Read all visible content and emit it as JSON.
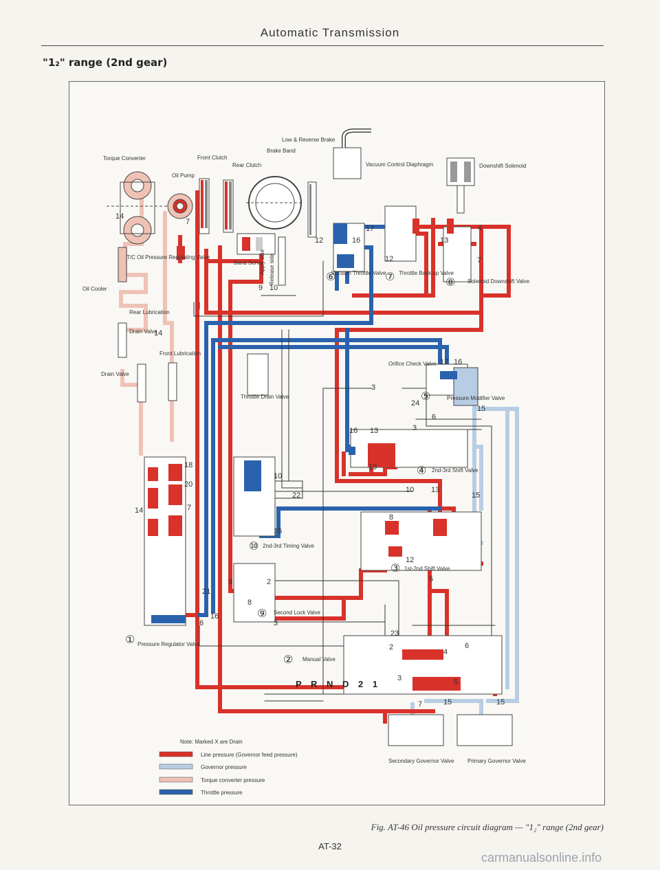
{
  "header": {
    "title": "Automatic Transmission"
  },
  "section": {
    "title": "\"1₂\" range (2nd gear)"
  },
  "labels": {
    "torque_converter": "Torque Converter",
    "oil_pump": "Oil Pump",
    "front_clutch": "Front Clutch",
    "rear_clutch": "Rear Clutch",
    "brake_band": "Brake Band",
    "low_reverse_brake": "Low & Reverse Brake",
    "vacuum_control_diaphragm": "Vacuum Control Diaphragm",
    "downshift_solenoid": "Downshift Solenoid",
    "tc_oil_pressure_valve": "T/C Oil Pressure Regulating Valve",
    "oil_cooler": "Oil Cooler",
    "band_servo": "Band Servo",
    "apply_side": "Apply side",
    "release_side": "Release side",
    "vacuum_throttle_valve": "Vacuum Throttle Valve",
    "throttle_back_up_valve": "Throttle Back up Valve",
    "solenoid_downshift_valve": "Solenoid Downshift Valve",
    "rear_lubrication": "Rear Lubrication",
    "drain_valve_1": "Drain Valve",
    "front_lubrication": "Front Lubrication",
    "drain_valve_2": "Drain Valve",
    "throttle_drain_valve": "Throttle Drain Valve",
    "orifice_check_valve": "Orifice Check Valve",
    "pressure_modifier_valve": "Pressure Modifier Valve",
    "shift_valve_23": "2nd-3rd Shift Valve",
    "timing_valve_23": "2nd-3rd Timing Valve",
    "shift_valve_12": "1st-2nd Shift Valve",
    "second_lock_valve": "Second Lock Valve",
    "pressure_regulator_valve": "Pressure Regulator Valve",
    "manual_valve": "Manual Valve",
    "prnd": "P R N D 2 1",
    "secondary_governor_valve": "Secondary Governor Valve",
    "primary_governor_valve": "Primary Governor Valve"
  },
  "circled_numbers": {
    "n1": "①",
    "n2": "②",
    "n3": "③",
    "n4": "④",
    "n5": "⑤",
    "n6": "⑥",
    "n7": "⑦",
    "n8": "⑧",
    "n9": "⑨",
    "n10": "⑩"
  },
  "port_numbers": {
    "p14a": "14",
    "p7a": "7",
    "p12a": "12",
    "p9a": "9",
    "p10a": "10",
    "p17": "17",
    "p16a": "16",
    "p12b": "12",
    "p13a": "13",
    "p4a": "4",
    "p14b": "14",
    "p3a": "3",
    "p24": "24",
    "p6a": "6",
    "p3b": "3",
    "p16b": "16",
    "p13b": "13",
    "p19": "19",
    "p10b": "10",
    "p22": "22",
    "p10c": "10",
    "p15a": "15",
    "p8a": "8",
    "p15b": "15",
    "p12c": "12",
    "p13c": "13",
    "p5a": "5",
    "p2a": "2",
    "p9b": "9",
    "p8b": "8",
    "p3c": "3",
    "p21": "21",
    "p6b": "6",
    "p16c": "16",
    "p18": "18",
    "p20": "20",
    "p7b": "7",
    "p14c": "14",
    "p23": "23",
    "p2b": "2",
    "p4b": "4",
    "p6c": "6",
    "p3d": "3",
    "p5b": "5",
    "p7c": "7",
    "p15c": "15",
    "p15d": "15",
    "p16d": "16",
    "p17b": "17",
    "p15e": "15",
    "p7d": "7"
  },
  "legend": {
    "note": "Note: Marked X are Drain",
    "items": [
      {
        "label": "Line pressure (Governor feed pressure)",
        "color": "#d8322a"
      },
      {
        "label": "Governor pressure",
        "color": "#b7cde4"
      },
      {
        "label": "Torque converter pressure",
        "color": "#efc2b6"
      },
      {
        "label": "Throttle pressure",
        "color": "#2a62ad"
      }
    ]
  },
  "caption": "Fig. AT-46  Oil pressure circuit diagram — \"1₂\" range (2nd gear)",
  "page_number": "AT-32",
  "watermark": "carmanualsonline.info",
  "colors": {
    "line_pressure": "#d8322a",
    "governor_pressure": "#b7cde4",
    "torque_converter_pressure": "#efc2b6",
    "throttle_pressure": "#2a62ad"
  }
}
